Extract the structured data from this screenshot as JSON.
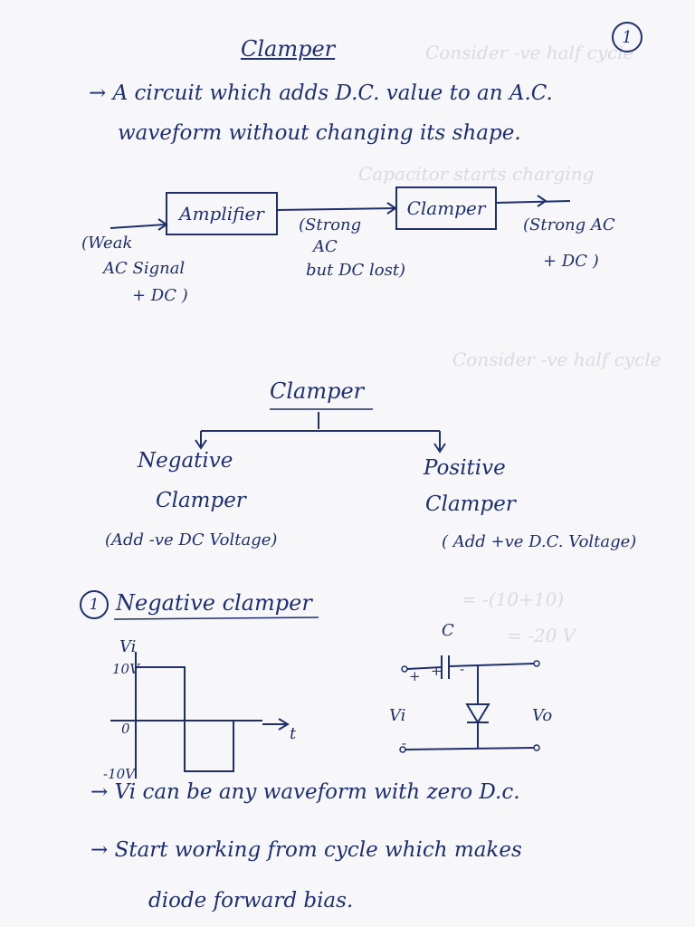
{
  "page": {
    "number": "1"
  },
  "heading": "Clamper",
  "definition": {
    "line1": "→ A circuit which adds D.C. value to an A.C.",
    "line2": "waveform without changing its shape."
  },
  "block_diagram": {
    "amplifier_label": "Amplifier",
    "clamper_label": "Clamper",
    "input_note": [
      "(Weak",
      "AC Signal",
      "+ DC )"
    ],
    "middle_note": [
      "(Strong",
      "AC",
      "but DC lost)"
    ],
    "output_note": [
      "(Strong AC",
      "+ DC )"
    ]
  },
  "classification": {
    "root": "Clamper",
    "negative": {
      "name": [
        "Negative",
        "Clamper"
      ],
      "note": "(Add -ve DC Voltage)"
    },
    "positive": {
      "name": [
        "Positive",
        "Clamper"
      ],
      "note": "( Add +ve D.C. Voltage)"
    }
  },
  "section": {
    "number": "1",
    "title": "Negative clamper"
  },
  "waveform": {
    "y_label": "Vi",
    "x_label": "t",
    "ticks": [
      "10V",
      "0",
      "-10V"
    ],
    "amplitude_v": 10
  },
  "circuit": {
    "capacitor_label": "C",
    "input_label": "Vi",
    "output_label": "Vo",
    "cap_plus": "+",
    "cap_plus2": "+",
    "cap_minus": "-",
    "bottom_minus": "-"
  },
  "notes": [
    "→ Vi can be any waveform with zero D.c.",
    "→ Start working from cycle which makes",
    "diode forward bias."
  ]
}
